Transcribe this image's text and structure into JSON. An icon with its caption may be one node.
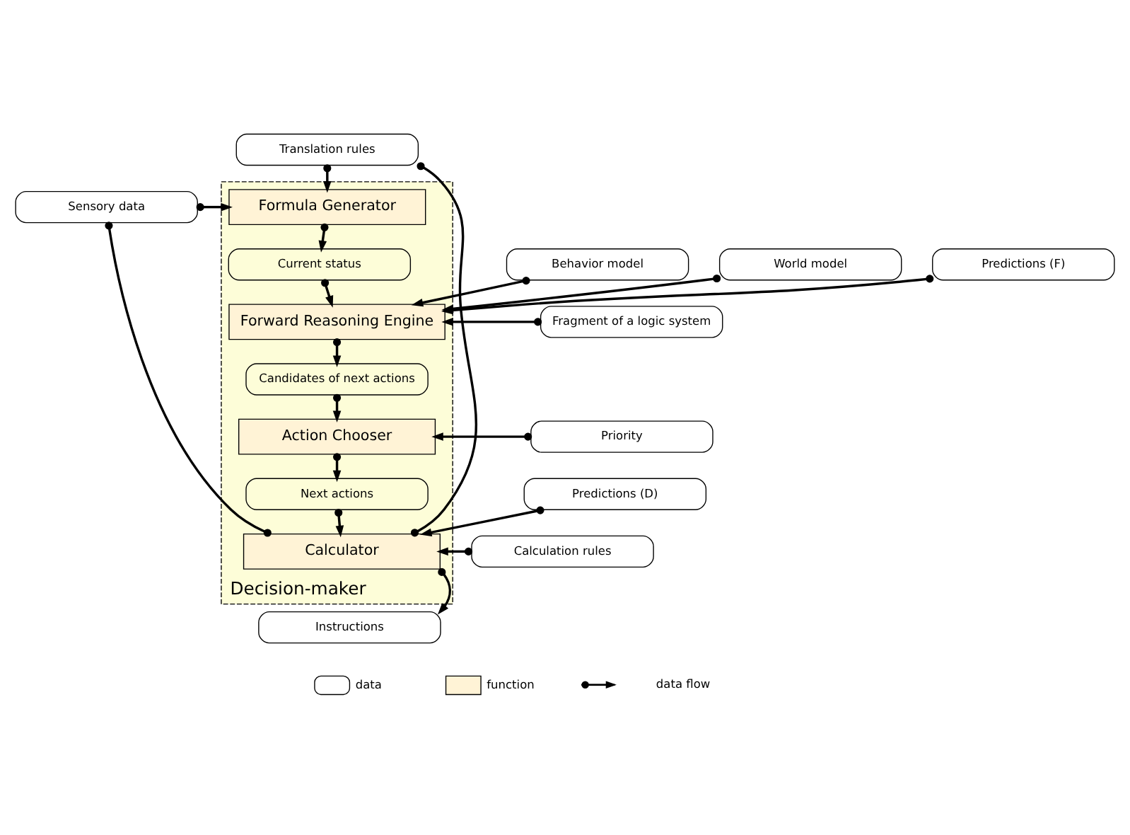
{
  "diagram": {
    "nodes": [
      {
        "text": [
          "Decision-maker"
        ]
      },
      {
        "text": [
          "Sensory data"
        ]
      },
      {
        "text": [
          "Translation rules"
        ]
      },
      {
        "text": [
          "Formula Generator"
        ],
        "in": 0
      },
      {
        "text": [
          "Current status"
        ],
        "in": 0
      },
      {
        "text": [
          "Fragment of a logic system"
        ]
      },
      {
        "text": [
          "Behavior model"
        ]
      },
      {
        "text": [
          "World model"
        ]
      },
      {
        "text": [
          "Predictions (F)"
        ]
      },
      {
        "text": [
          "Forward Reasoning Engine"
        ],
        "in": 0
      },
      {
        "text": [
          "Candidates of next actions"
        ],
        "in": 0
      },
      {
        "text": [
          "Priority"
        ]
      },
      {
        "text": [
          "Action Chooser"
        ],
        "in": 0
      },
      {
        "text": [
          "Next actions"
        ],
        "in": 0
      },
      {
        "text": [
          "Calculation rules"
        ]
      },
      {
        "text": [
          "Predictions (D)"
        ]
      },
      {
        "text": [
          "Calculator"
        ],
        "in": 0
      },
      {
        "text": [
          "Instructions"
        ]
      }
    ],
    "edges": [
      {
        "from": 1,
        "to": 3,
        "arrow": "to"
      },
      {
        "from": 2,
        "to": 3,
        "arrow": "to"
      },
      {
        "from": 3,
        "to": 4,
        "arrow": "to"
      },
      {
        "from": 4,
        "to": 9,
        "arrow": "to"
      },
      {
        "from": 5,
        "to": 9,
        "arrow": "to"
      },
      {
        "from": 6,
        "to": 9,
        "arrow": "to"
      },
      {
        "from": 7,
        "to": 9,
        "arrow": "to"
      },
      {
        "from": 8,
        "to": 9,
        "arrow": "to"
      },
      {
        "from": 9,
        "to": 10,
        "arrow": "to"
      },
      {
        "from": 10,
        "to": 12,
        "arrow": "to"
      },
      {
        "from": 11,
        "to": 12,
        "arrow": "to"
      },
      {
        "from": 12,
        "to": 13,
        "arrow": "to"
      },
      {
        "from": 13,
        "to": 16,
        "arrow": "to"
      },
      {
        "from": 14,
        "to": 16,
        "arrow": "to"
      },
      {
        "from": 15,
        "to": 16,
        "arrow": "to"
      },
      {
        "from": 16,
        "to": 1,
        "arrow": "other"
      },
      {
        "from": 16,
        "to": 2,
        "arrow": "other"
      },
      {
        "from": 16,
        "to": 17,
        "arrow": "to"
      }
    ],
    "legend": [
      {
        "text": "data"
      },
      {
        "text": "function",
        "color": "#fff3d6"
      },
      {
        "text": "data flow"
      }
    ]
  }
}
